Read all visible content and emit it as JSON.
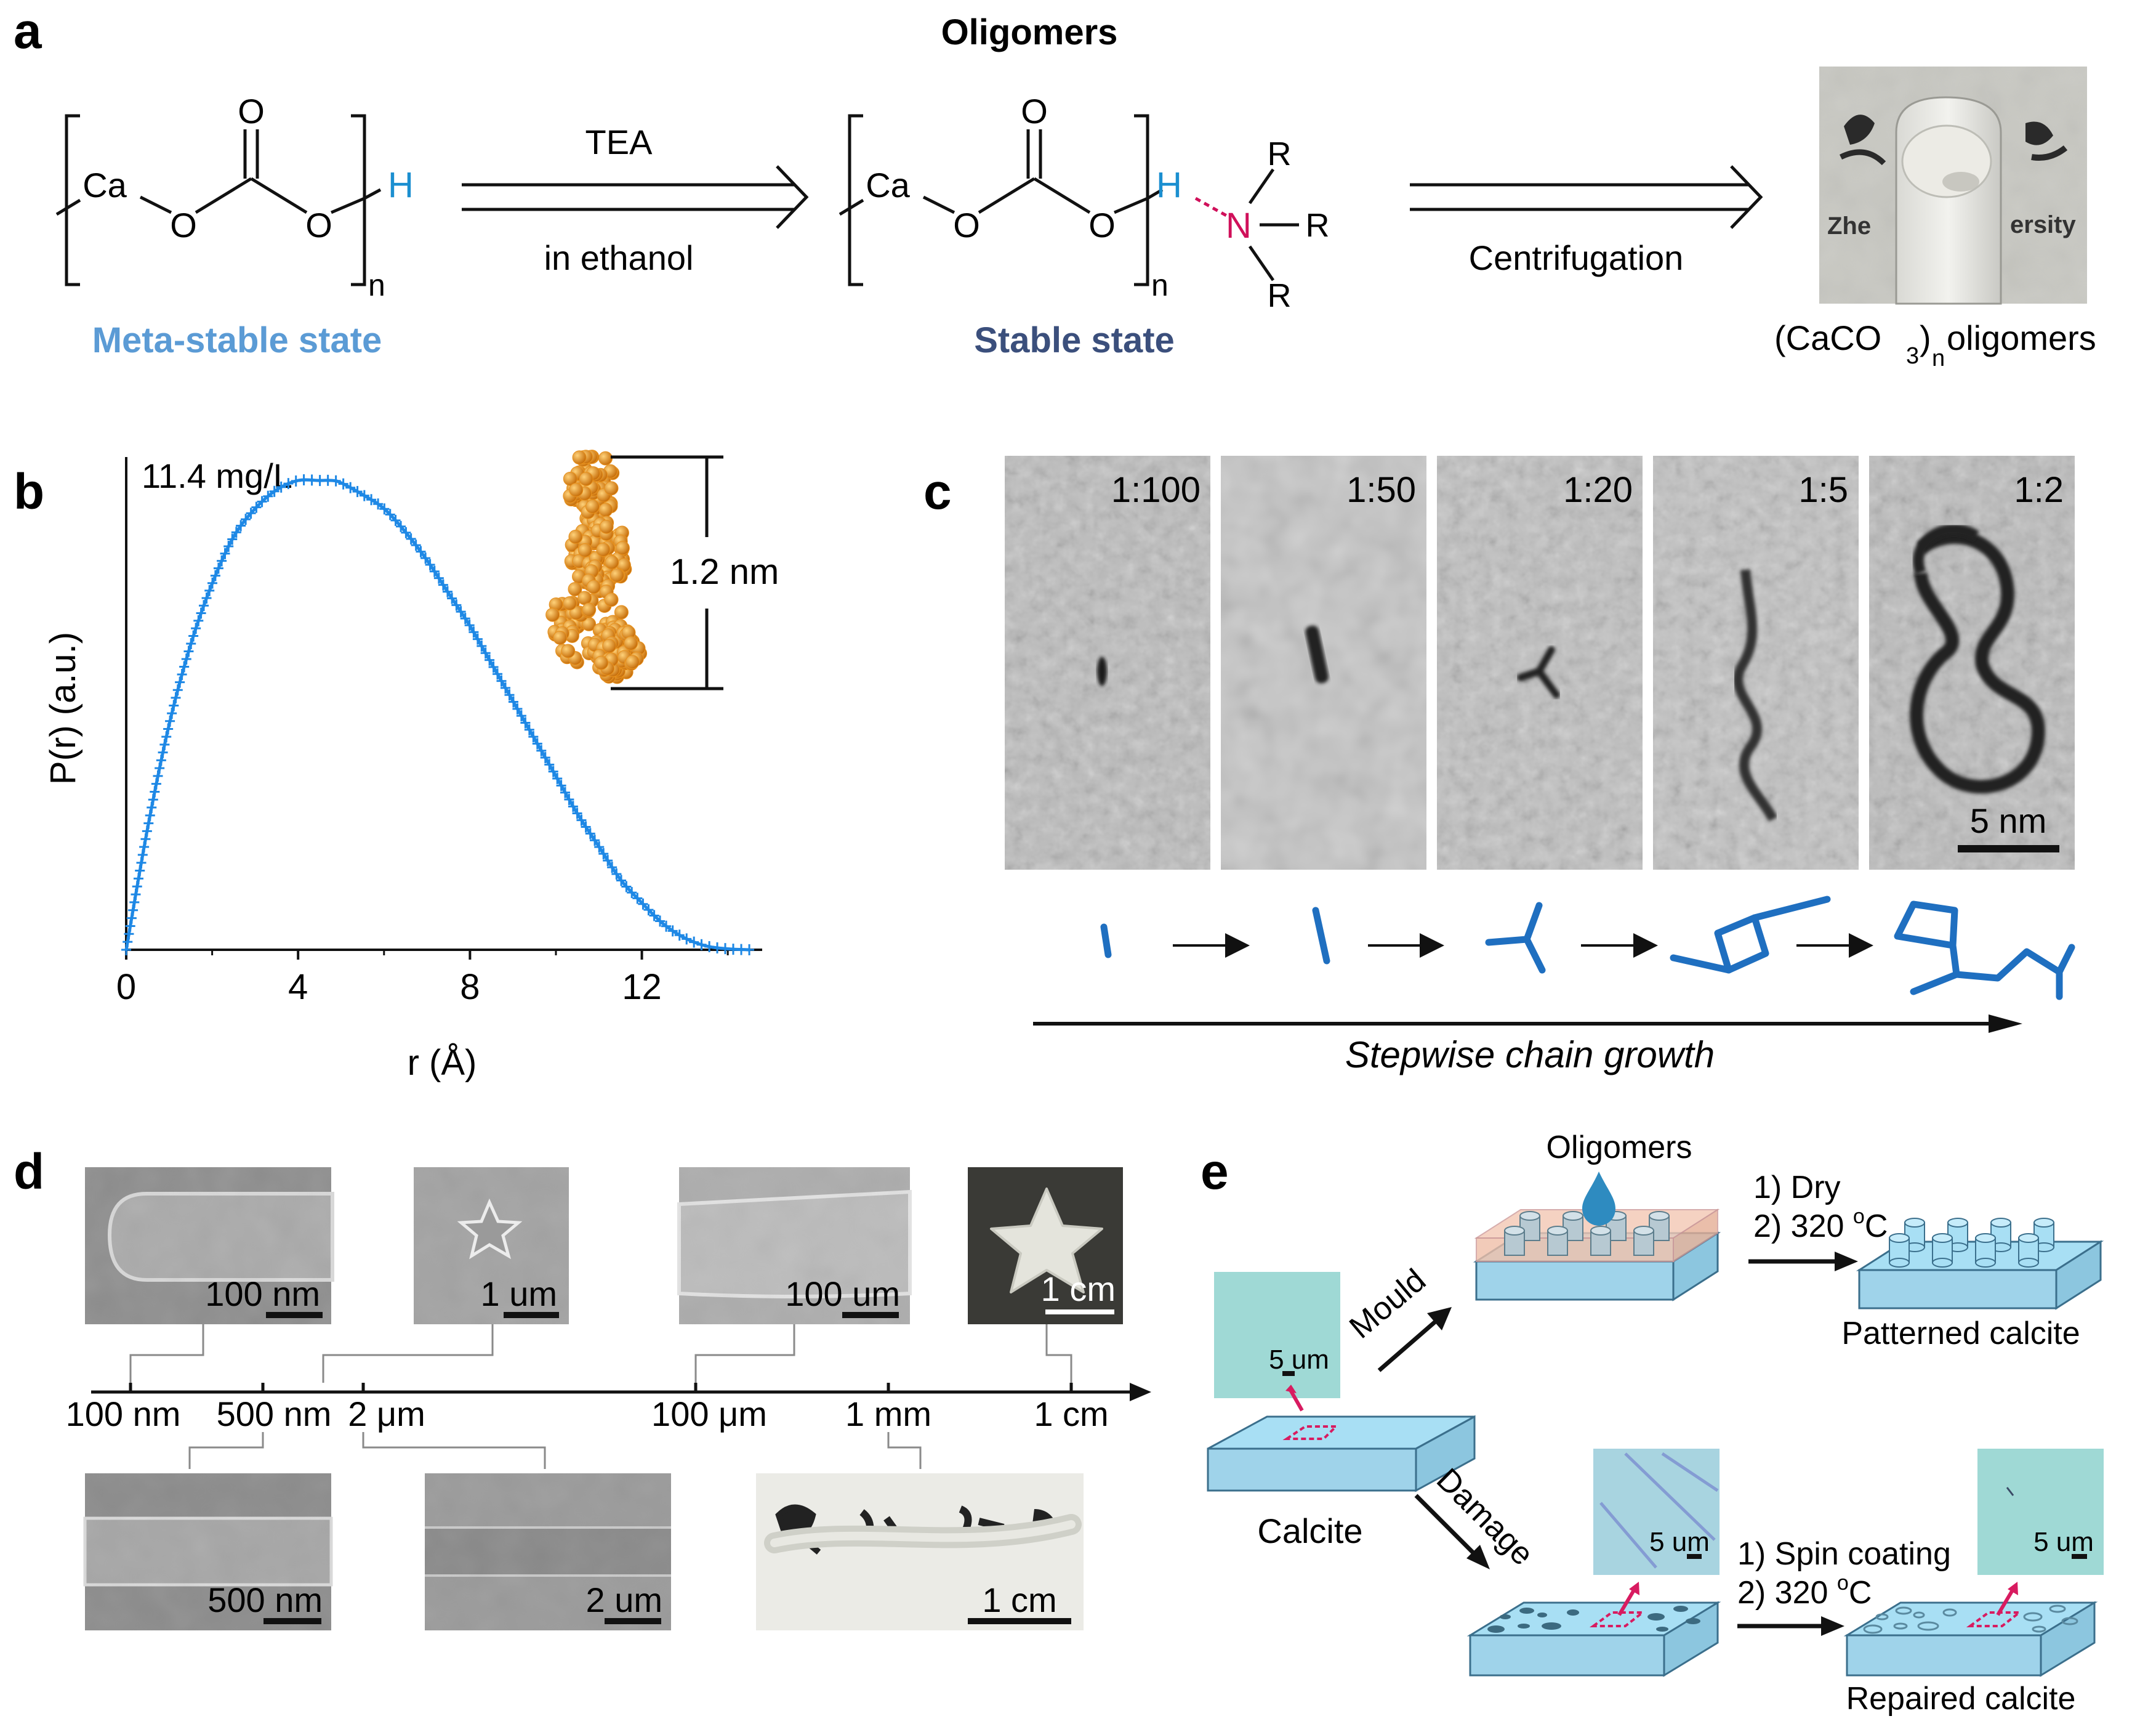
{
  "panels": {
    "a": {
      "letter": "a",
      "title": "Oligomers",
      "ca": "Ca",
      "o": "O",
      "h": "H",
      "n_sub": "n",
      "n_atom": "N",
      "r": "R",
      "reagent": "TEA",
      "solvent": "in ethanol",
      "meta_label": "Meta-stable state",
      "stable_label": "Stable state",
      "process": "Centrifugation",
      "photo_text_left": "Zhe",
      "photo_text_right": "ersity",
      "product_prefix": "(CaCO",
      "product_sub3": "3",
      "product_close": ")",
      "product_subn": "n",
      "product_suffix": " oligomers",
      "colors": {
        "meta": "#5b9bd5",
        "stable": "#3b4f7c",
        "h": "#1b8fd0",
        "n": "#d0105a"
      }
    },
    "b": {
      "letter": "b",
      "concentration": "11.4 mg/L",
      "size_label": "1.2 nm",
      "particle_color": "#e8921e"
    },
    "c": {
      "letter": "c",
      "ratios": [
        "1:100",
        "1:50",
        "1:20",
        "1:5",
        "1:2"
      ],
      "scale": "5 nm",
      "growth_label": "Stepwise chain growth",
      "chain_color": "#1f6fc0"
    },
    "d": {
      "letter": "d",
      "axis_ticks": [
        "100 nm",
        "500 nm",
        "2 μm",
        "100 μm",
        "1 mm",
        "1 cm"
      ],
      "top_scales": [
        "100 nm",
        "1 um",
        "100 um",
        "1 cm"
      ],
      "bottom_scales": [
        "500 nm",
        "2 um",
        "1 cm"
      ]
    },
    "e": {
      "letter": "e",
      "oligomers": "Oligomers",
      "step_dry": "1) Dry",
      "step_heat_a": "2) 320 ",
      "deg": "o",
      "unit_c": "C",
      "patterned": "Patterned calcite",
      "mould": "Mould",
      "damage": "Damage",
      "calcite": "Calcite",
      "scale": "5 um",
      "step_spin": "1) Spin coating",
      "repaired": "Repaired calcite",
      "colors": {
        "slab": "#a8dff4",
        "mould": "#f3c7b3",
        "defect": "#d81b60"
      }
    }
  },
  "chart_data": {
    "type": "line",
    "title": "",
    "xlabel": "r (Å)",
    "ylabel": "P(r) (a.u.)",
    "xlim": [
      0,
      14.8
    ],
    "ylim": [
      0,
      1.05
    ],
    "xticks": [
      "0",
      "4",
      "8",
      "12"
    ],
    "grid": false,
    "series": [
      {
        "color": "#1e88e5",
        "x": [
          0,
          0.5,
          1,
          1.5,
          2,
          2.5,
          3,
          3.5,
          4,
          4.5,
          4.8,
          5,
          5.5,
          6,
          6.5,
          7,
          7.5,
          8,
          8.5,
          9,
          9.5,
          10,
          10.5,
          11,
          11.5,
          12,
          12.5,
          13,
          13.5,
          14,
          14.5
        ],
        "y": [
          0,
          0.26,
          0.48,
          0.65,
          0.78,
          0.88,
          0.94,
          0.98,
          1.0,
          1.0,
          1.0,
          0.995,
          0.97,
          0.94,
          0.89,
          0.83,
          0.76,
          0.69,
          0.61,
          0.53,
          0.45,
          0.37,
          0.29,
          0.22,
          0.15,
          0.1,
          0.055,
          0.025,
          0.008,
          0.002,
          0.0
        ]
      }
    ]
  }
}
